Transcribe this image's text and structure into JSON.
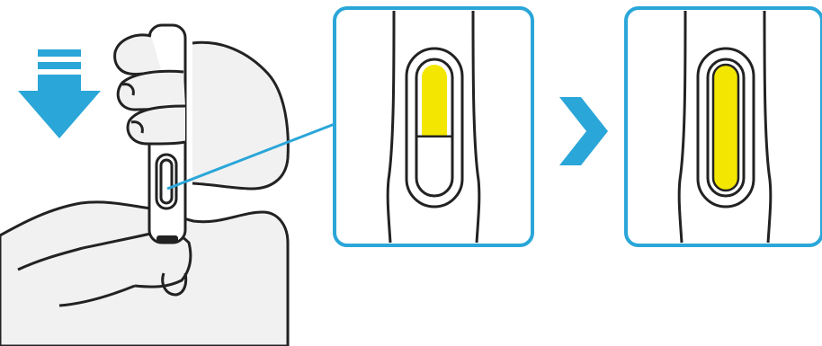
{
  "colors": {
    "accent_blue": "#2aa6d8",
    "window_yellow": "#f3e600",
    "outline": "#222222",
    "skin_fill": "#f1f1f1",
    "background": "#ffffff"
  },
  "steps": [
    {
      "name": "window-partly-filled",
      "yellow_fill_fraction": 0.57
    },
    {
      "name": "window-fully-filled",
      "yellow_fill_fraction": 1.0
    }
  ],
  "icons": {
    "press_direction": "down-arrow-icon",
    "transition": "chevron-right-icon"
  }
}
